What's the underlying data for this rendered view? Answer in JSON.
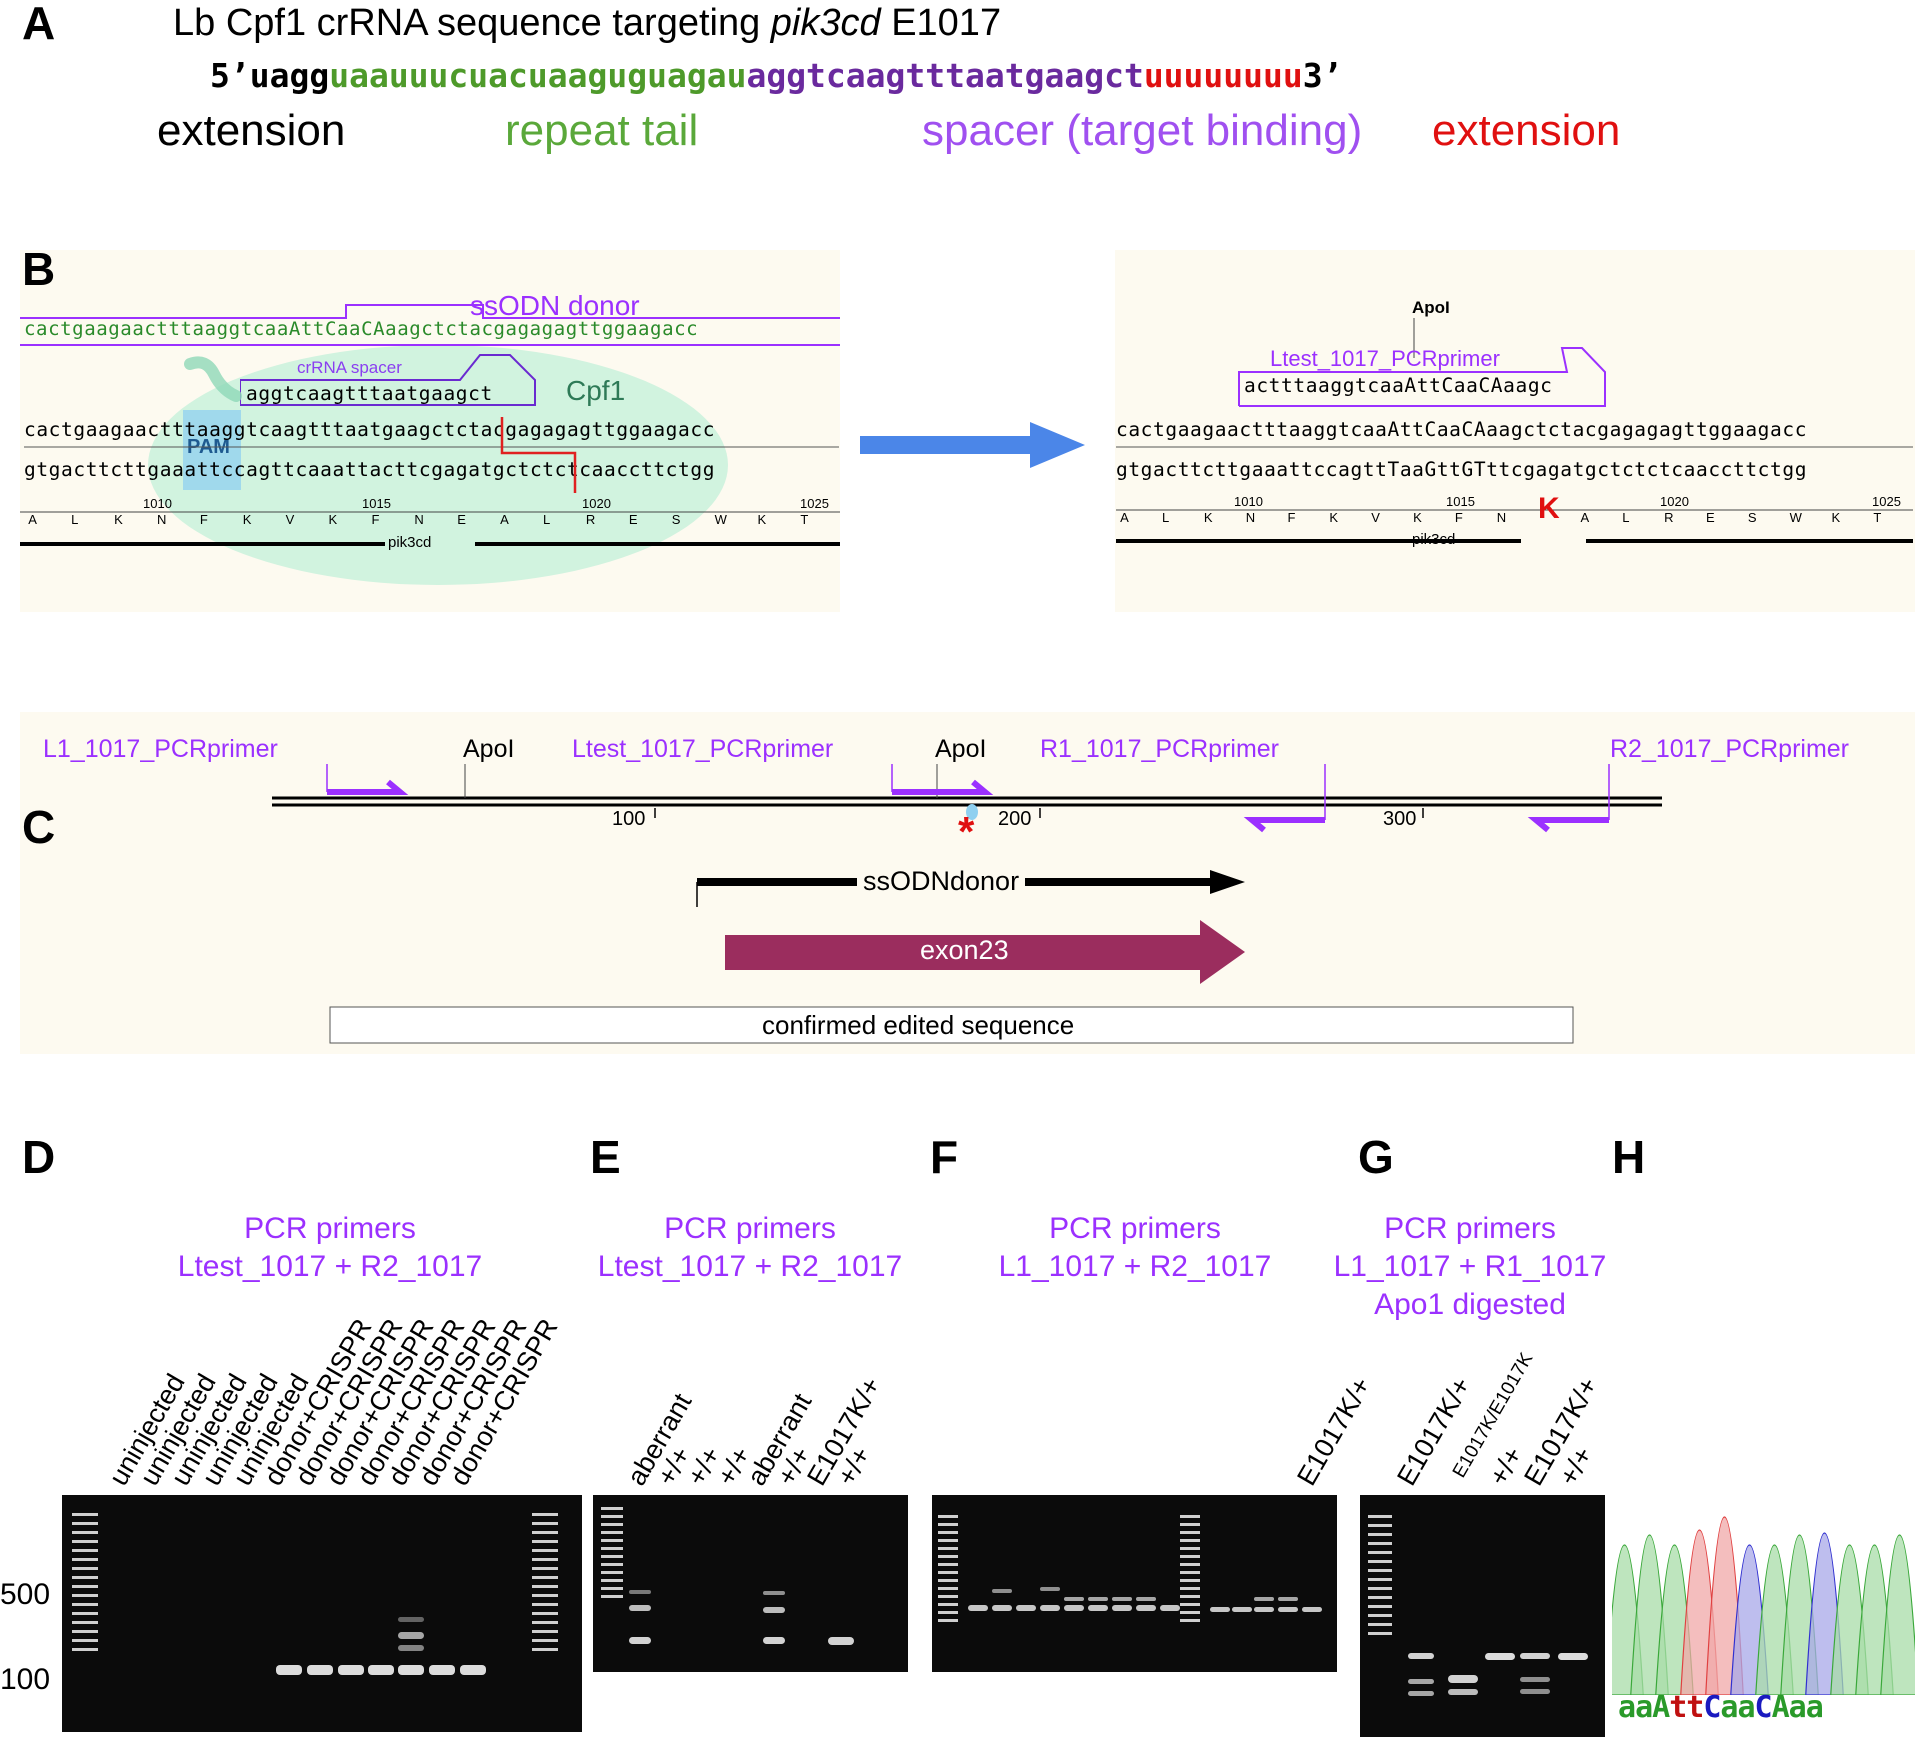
{
  "panelA": {
    "letter": "A",
    "title_prefix": "Lb Cpf1 crRNA sequence targeting ",
    "title_gene": "pik3cd",
    "title_suffix": " E1017",
    "seq_5": "5’uagg",
    "seq_repeat": "uaauuucuacuaaguguagau",
    "seq_spacer": "aggtcaagtttaatgaagct",
    "seq_ext": "uuuuuuuu",
    "seq_3": "3’",
    "label_ext1": "extension",
    "label_repeat": "repeat tail",
    "label_spacer": "spacer (target binding)",
    "label_ext2": "extension",
    "colors": {
      "repeat": "#4e9a2a",
      "spacer": "#6a2a9e",
      "ext": "#e01010",
      "label_spacer": "#a050f0"
    }
  },
  "panelB": {
    "letter": "B",
    "left": {
      "donor_label": "ssODN donor",
      "donor_left": "cactgaagaactttaaggtcaa",
      "donor_insert": "AttCaaCA",
      "donor_right": "aagctctacgagagagttggaagacc",
      "crrna_label": "crRNA spacer",
      "crrna_seq": "aggtcaagtttaatgaagct",
      "cpf1_label": "Cpf1",
      "top_strand": "cactgaagaactttaaggtcaagtttaatgaagctctacgagagagttggaagacc",
      "bottom_strand": "gtgacttcttgaaattccagttcaaattacttcgagatgctctctcaaccttctgg",
      "pam_label": "PAM",
      "ticks": [
        "1010",
        "1015",
        "1020",
        "1025"
      ],
      "aa": [
        "A",
        "L",
        "K",
        "N",
        "F",
        "K",
        "V",
        "K",
        "F",
        "N",
        "E",
        "A",
        "L",
        "R",
        "E",
        "S",
        "W",
        "K",
        "T"
      ],
      "gene": "pik3cd"
    },
    "right": {
      "enzyme": "ApoI",
      "primer_label": "Ltest_1017_PCRprimer",
      "primer_seq": "actttaaggtcaaAttCaaCAaagc",
      "top_strand": "cactgaagaactttaaggtcaaAttCaaCAaagctctacgagagagttggaagacc",
      "bottom_strand": "gtgacttcttgaaattccagttTaaGttGTttcgagatgctctctcaaccttctgg",
      "ticks": [
        "1010",
        "1015",
        "1020",
        "1025"
      ],
      "aa": [
        "A",
        "L",
        "K",
        "N",
        "F",
        "K",
        "V",
        "K",
        "F",
        "N",
        "K",
        "A",
        "L",
        "R",
        "E",
        "S",
        "W",
        "K",
        "T"
      ],
      "mutation": "K",
      "gene": "pik3cd"
    }
  },
  "panelC": {
    "letter": "C",
    "primers": {
      "L1": "L1_1017_PCRprimer",
      "Ltest": "Ltest_1017_PCRprimer",
      "R1": "R1_1017_PCRprimer",
      "R2": "R2_1017_PCRprimer"
    },
    "enzyme1": "ApoI",
    "enzyme2": "ApoI",
    "ticks": [
      "100",
      "200",
      "300"
    ],
    "donor": "ssODNdonor",
    "exon": "exon23",
    "confirmed": "confirmed edited sequence",
    "mark": "*"
  },
  "panelD": {
    "letter": "D",
    "title1": "PCR primers",
    "title2": "Ltest_1017 + R2_1017",
    "lanes": [
      "uninjected",
      "uninjected",
      "uninjected",
      "uninjected",
      "uninjected",
      "donor+CRISPR",
      "donor+CRISPR",
      "donor+CRISPR",
      "donor+CRISPR",
      "donor+CRISPR",
      "donor+CRISPR",
      "donor+CRISPR"
    ],
    "size500": "500",
    "size100": "100"
  },
  "panelE": {
    "letter": "E",
    "title1": "PCR primers",
    "title2": "Ltest_1017 + R2_1017",
    "lanes": [
      "aberrant",
      "+/+",
      "+/+",
      "+/+",
      "aberrant",
      "+/+",
      "E1017K/+",
      "+/+"
    ]
  },
  "panelF": {
    "letter": "F",
    "title1": "PCR primers",
    "title2": "L1_1017 + R2_1017",
    "lanes": [
      "E1017K/+"
    ]
  },
  "panelG": {
    "letter": "G",
    "title1": "PCR primers",
    "title2": "L1_1017 + R1_1017",
    "title3": "Apo1 digested",
    "lanes": [
      "E1017K/+",
      "E1017K/E1017K",
      "+/+",
      "E1017K/+",
      "+/+"
    ]
  },
  "panelH": {
    "letter": "H",
    "bases": [
      "a",
      "a",
      "A",
      "t",
      "t",
      "C",
      "a",
      "a",
      "C",
      "A",
      "a",
      "a"
    ]
  }
}
